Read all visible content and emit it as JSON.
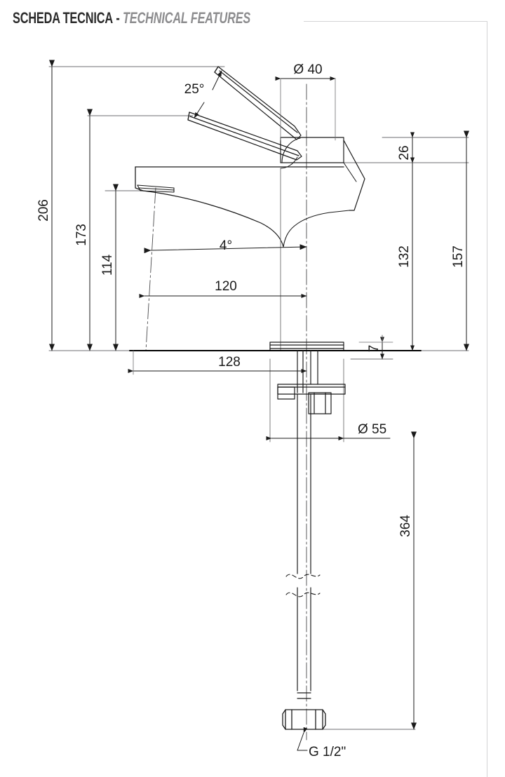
{
  "header": {
    "title_it": "SCHEDA TECNICA",
    "title_sep": "-",
    "title_en": "TECHNICAL FEATURES"
  },
  "drawing": {
    "name": "single-lever-basin-mixer-technical-drawing",
    "line_color": "#1a1a1a",
    "dim_color": "#1a1a1a",
    "frame_color": "#d3d3d5",
    "dimensions": {
      "height_total": "206",
      "height_spout_top": "173",
      "height_spout_outlet": "114",
      "height_cartridge_top": "26",
      "height_body": "132",
      "height_overall_right": "157",
      "base_thickness": "7",
      "diameter_body": "Ø 40",
      "diameter_base": "Ø 55",
      "reach_outlet": "120",
      "reach_base": "128",
      "thread_length": "364",
      "angle_lever": "25°",
      "angle_spout": "4°",
      "thread_size": "G 1/2\""
    }
  }
}
